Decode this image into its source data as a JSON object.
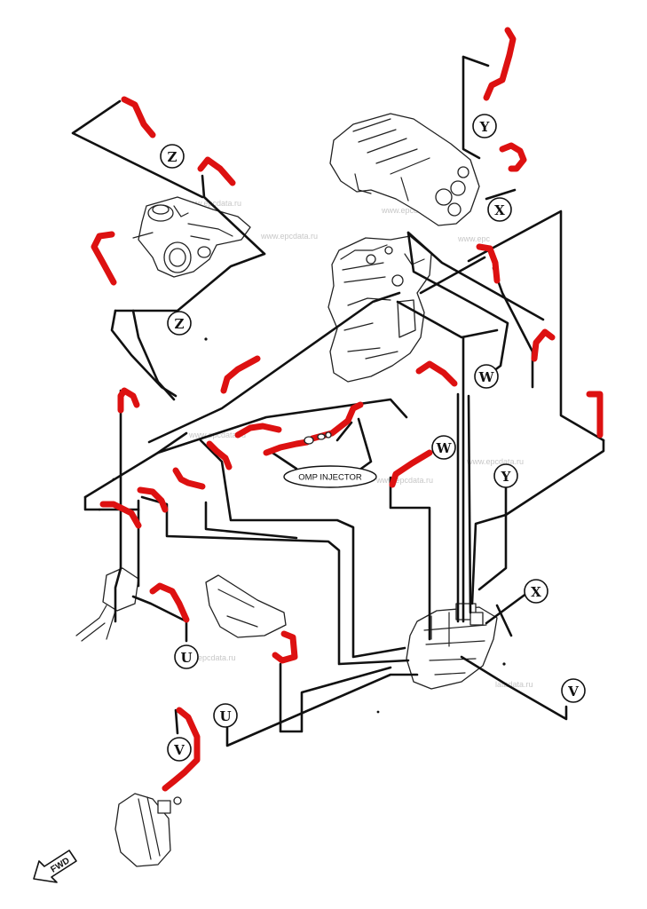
{
  "callouts": {
    "z_top": "Z",
    "z_mid": "Z",
    "y_top": "Y",
    "x_top": "X",
    "w_upper": "W",
    "w_lower": "W",
    "y_right": "Y",
    "x_right": "X",
    "v_right": "V",
    "u_mid": "U",
    "u_lower": "U",
    "v_left": "V"
  },
  "injector_label": "OMP INJECTOR",
  "fwd_label": "FWD",
  "watermarks": [
    "www.epcdata.ru",
    "www.epcdata.ru",
    "www.epcdata.ru",
    "www.epcdata.ru",
    "www.epc",
    "www.epcdata.ru",
    "epcdata.ru",
    "www.epcdata.ru",
    "latadata.ru"
  ],
  "colors": {
    "hose": "#dd1111",
    "line": "#111111"
  }
}
